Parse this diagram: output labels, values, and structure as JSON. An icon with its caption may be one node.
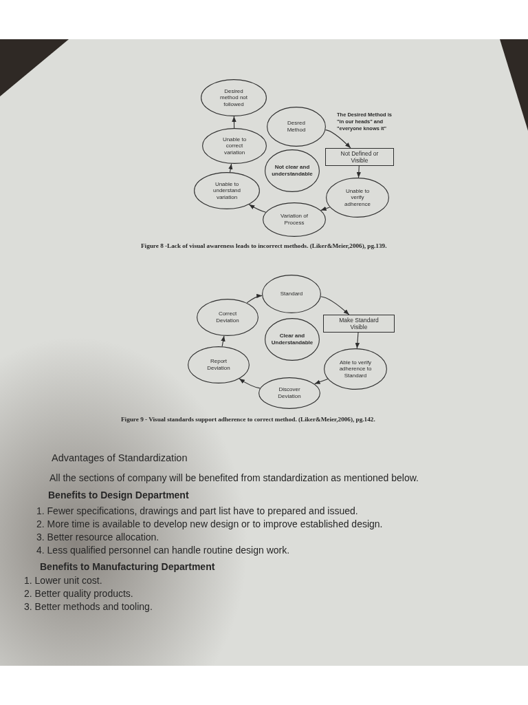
{
  "diagram": {
    "nodes": [
      {
        "text": [
          "Desired method not followed"
        ]
      },
      {
        "text": [
          "Desred Method"
        ]
      },
      {
        "text": [
          "Unable to correct variation"
        ]
      },
      {
        "text": [
          "Not Defined or Visible"
        ]
      },
      {
        "text": [
          "Not clear and understandable"
        ]
      },
      {
        "text": [
          "Unable to understand variation"
        ]
      },
      {
        "text": [
          "Unable to verify adherence"
        ]
      },
      {
        "text": [
          "Variation of Process"
        ]
      },
      {
        "text": [
          "Standard"
        ]
      },
      {
        "text": [
          "Correct Deviation"
        ]
      },
      {
        "text": [
          "Make Standard Visible"
        ]
      },
      {
        "text": [
          "Clear and Understandable"
        ]
      },
      {
        "text": [
          "Report Deviation"
        ]
      },
      {
        "text": [
          "Able to verify adherence to Standard"
        ]
      },
      {
        "text": [
          "Discover Deviation"
        ]
      }
    ],
    "edges": [
      {
        "from": 1,
        "to": 3,
        "arrow": "to"
      },
      {
        "from": 3,
        "to": 6,
        "arrow": "to"
      },
      {
        "from": 6,
        "to": 7,
        "arrow": "to"
      },
      {
        "from": 7,
        "to": 5,
        "arrow": "to"
      },
      {
        "from": 5,
        "to": 2,
        "arrow": "to"
      },
      {
        "from": 2,
        "to": 0,
        "arrow": "to"
      },
      {
        "from": 8,
        "to": 10,
        "arrow": "to"
      },
      {
        "from": 10,
        "to": 13,
        "arrow": "to"
      },
      {
        "from": 13,
        "to": 14,
        "arrow": "to"
      },
      {
        "from": 14,
        "to": 12,
        "arrow": "to"
      },
      {
        "from": 12,
        "to": 9,
        "arrow": "to"
      },
      {
        "from": 9,
        "to": 8,
        "arrow": "to"
      }
    ],
    "labels": [
      "The Desired Method is \"in our heads\" and \"everyone knows it\"",
      "Figure 8 -Lack of visual awareness leads to incorrect methods. (Liker&Meier,2006), pg.139.",
      "Figure 9 - Visual standards support adherence to correct method. (Liker&Meier,2006), pg.142.",
      "Advantages of Standardization",
      "All the sections of company will be benefited from standardization as mentioned below.",
      "Benefits to Design Department",
      "1. Fewer specifications, drawings and part list have to prepared and issued.",
      "2. More time is available to develop new design or to improve established design.",
      "3. Better resource allocation.",
      "4. Less qualified personnel can handle routine design work.",
      "Benefits to Manufacturing Department",
      "1. Lower unit cost.",
      "2. Better quality products.",
      "3. Better methods and tooling."
    ]
  }
}
